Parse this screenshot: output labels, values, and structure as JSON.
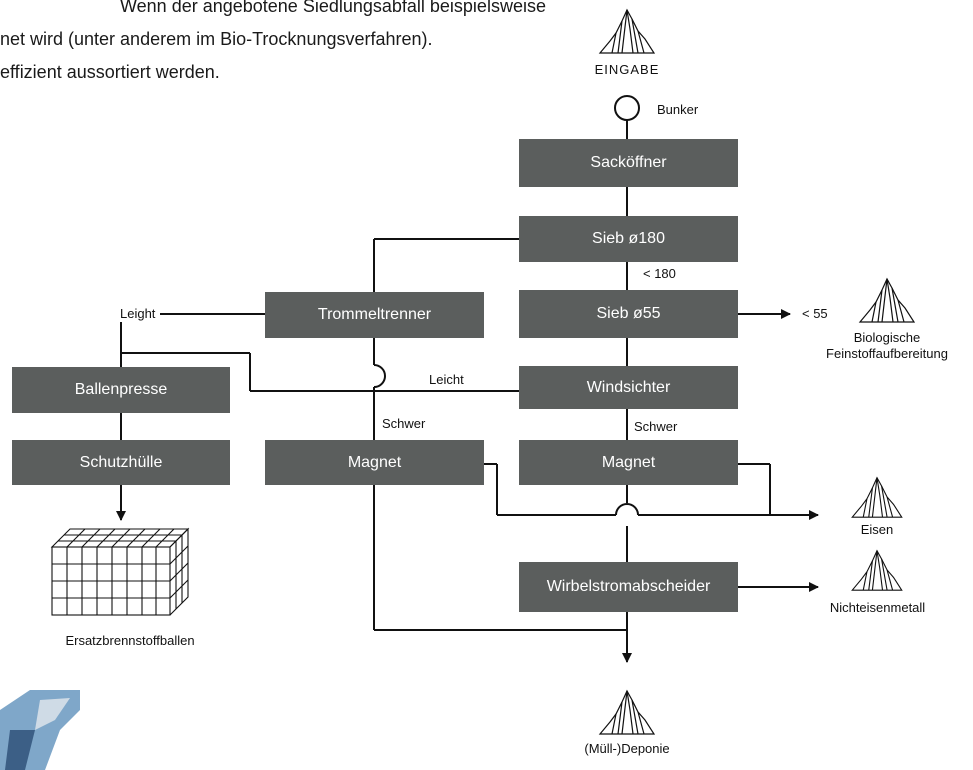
{
  "intro": {
    "line1": "Wenn der angebotene Siedlungsabfall beispielsweise",
    "line2": "net wird (unter anderem im Bio-Trocknungsverfahren).",
    "line3": "effizient aussortiert werden."
  },
  "boxes": {
    "sackoeffner": "Sacköffner",
    "sieb180": "Sieb ø180",
    "sieb55": "Sieb ø55",
    "trommeltrenner": "Trommeltrenner",
    "windsichter": "Windsichter",
    "ballenpresse": "Ballenpresse",
    "schutzhuelle": "Schutzhülle",
    "magnet_left": "Magnet",
    "magnet_right": "Magnet",
    "wirbelstrom": "Wirbelstromabscheider"
  },
  "labels": {
    "bunker": "Bunker",
    "lt180": "< 180",
    "lt55": "< 55",
    "leight": "Leight",
    "leicht": "Leicht",
    "schwer_left": "Schwer",
    "schwer_right": "Schwer"
  },
  "outputs": {
    "eingabe": "EINGABE",
    "bio_line1": "Biologische",
    "bio_line2": "Feinstoffaufbereitung",
    "eisen": "Eisen",
    "nichteisen": "Nichteisenmetall",
    "deponie": "(Müll-)Deponie",
    "ersatz": "Ersatzbrennstoffballen"
  }
}
